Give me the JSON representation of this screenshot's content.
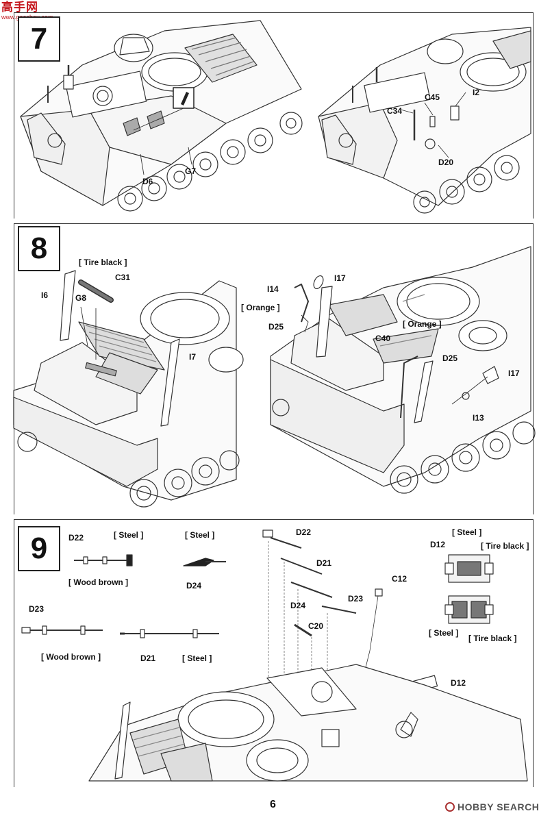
{
  "watermark_top": {
    "brand": "高手网",
    "url": "www.gaoshou.com"
  },
  "watermark_bottom": {
    "brand": "HOBBY SEARCH"
  },
  "page_number": "6",
  "steps": [
    {
      "number": "7",
      "labels": {
        "d6": "D6",
        "g7": "G7",
        "c45": "C45",
        "i2": "I2",
        "c34": "C34",
        "d20": "D20"
      }
    },
    {
      "number": "8",
      "labels": {
        "tire_black": "[ Tire black ]",
        "c31": "C31",
        "i6": "I6",
        "g8": "G8",
        "i7": "I7",
        "i14": "I14",
        "i17a": "I17",
        "orange1": "[ Orange ]",
        "d25a": "D25",
        "orange2": "[ Orange ]",
        "c40": "C40",
        "d25b": "D25",
        "i17b": "I17",
        "i13": "I13"
      }
    },
    {
      "number": "9",
      "labels": {
        "d22a": "D22",
        "steel1": "[ Steel ]",
        "wood1": "[ Wood brown ]",
        "steel2": "[ Steel ]",
        "d24a": "D24",
        "d23a": "D23",
        "wood2": "[ Wood brown ]",
        "d21a": "D21",
        "steel3": "[ Steel ]",
        "d22b": "D22",
        "d21b": "D21",
        "c12": "C12",
        "d23b": "D23",
        "d24b": "D24",
        "c20": "C20",
        "steel4": "[ Steel ]",
        "d12a": "D12",
        "tire1": "[ Tire black ]",
        "steel5": "[ Steel ]",
        "tire2": "[ Tire black ]",
        "d12b": "D12"
      }
    }
  ]
}
